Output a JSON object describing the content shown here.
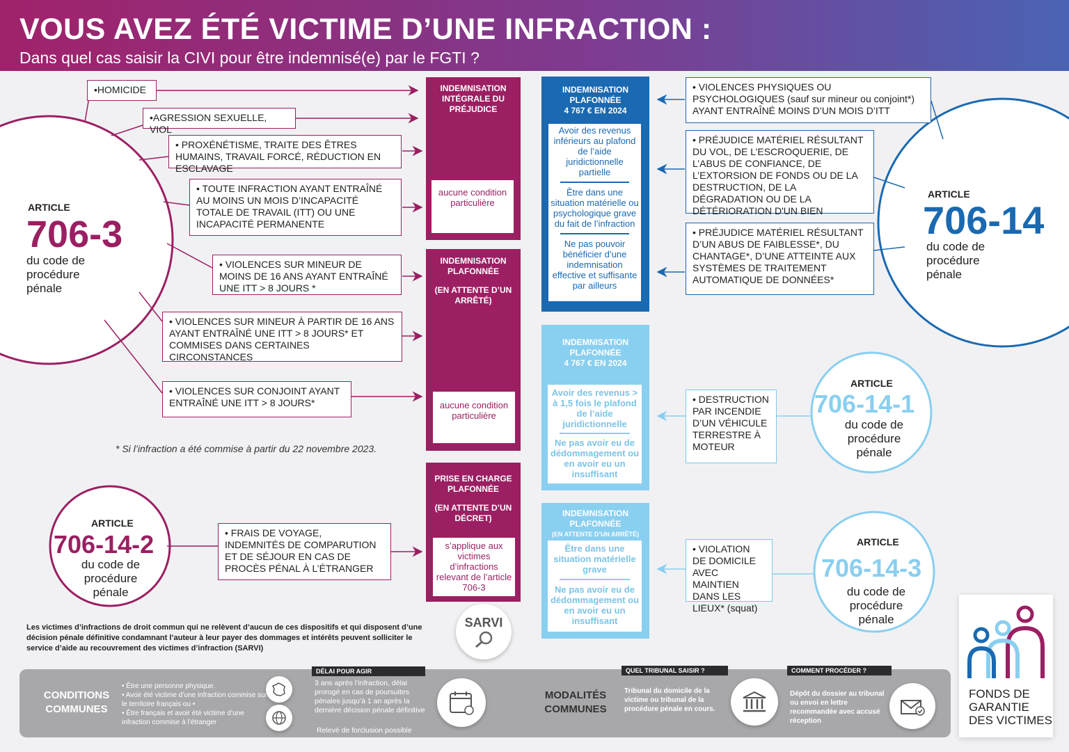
{
  "header": {
    "title": "VOUS AVEZ ÉTÉ VICTIME D’UNE INFRACTION :",
    "subtitle": "Dans quel cas saisir la CIVI pour être indemnisé(e) par le FGTI ?"
  },
  "colors": {
    "magenta": "#9b1f62",
    "blue": "#1a69b1",
    "light_blue": "#89cff0"
  },
  "article_706_3": {
    "label": "ARTICLE",
    "number": "706-3",
    "text": "du code de procédure pénale"
  },
  "article_706_14": {
    "label": "ARTICLE",
    "number": "706-14",
    "text": "du code de procédure pénale"
  },
  "article_706_14_1": {
    "label": "ARTICLE",
    "number": "706-14-1",
    "text": "du code de procédure pénale"
  },
  "article_706_14_2": {
    "label": "ARTICLE",
    "number": "706-14-2",
    "text": "du code de procédure pénale"
  },
  "article_706_14_3": {
    "label": "ARTICLE",
    "number": "706-14-3",
    "text": "du code de procédure pénale"
  },
  "left_items": {
    "homicide": "•HOMICIDE",
    "agression": "•AGRESSION SEXUELLE, VIOL",
    "proxenetisme": "• PROXÉNÉTISME, TRAITE DES ÊTRES HUMAINS, TRAVAIL FORCÉ, RÉDUCTION EN ESCLAVAGE",
    "itt": "• TOUTE INFRACTION AYANT ENTRAÎNÉ AU MOINS UN MOIS D’INCAPACITÉ TOTALE DE TRAVAIL (ITT) OU UNE INCAPACITÉ PERMANENTE",
    "mineur16": "• VIOLENCES SUR MINEUR DE MOINS DE 16 ANS AYANT ENTRAÎNÉ UNE ITT > 8 JOURS *",
    "mineur16plus": "• VIOLENCES SUR MINEUR À PARTIR DE 16 ANS AYANT ENTRAÎNÉ UNE ITT > 8 JOURS* ET COMMISES DANS CERTAINES CIRCONSTANCES",
    "conjoint": "• VIOLENCES SUR CONJOINT AYANT ENTRAÎNÉ UNE ITT > 8 JOURS*",
    "frais": "• FRAIS DE VOYAGE, INDEMNITÉS DE COMPARUTION ET DE SÉJOUR EN CAS DE PROCÈS PÉNAL À L’ÉTRANGER"
  },
  "footnote": "*  Si l’infraction a été commise à partir du 22 novembre 2023.",
  "col_integrale": {
    "title": "INDEMNISATION INTÉGRALE DU PRÉJUDICE",
    "condition": "aucune condition particulière"
  },
  "col_plafonnee_m": {
    "title": "INDEMNISATION PLAFONNÉE",
    "note": "(EN ATTENTE D’UN ARRÊTÉ)",
    "condition": "aucune condition particulière"
  },
  "col_prise": {
    "title": "PRISE EN CHARGE PLAFONNÉE",
    "note": "(EN ATTENTE D’UN DÉCRET)",
    "condition": "s’applique aux victimes d’infractions relevant de l’article 706-3"
  },
  "col_blue": {
    "title": "INDEMNISATION PLAFONNÉE",
    "amount": "4 767 € EN 2024",
    "conditions": [
      "Avoir des revenus inférieurs au plafond de l’aide juridictionnelle partielle",
      "Être dans une situation matérielle ou psychologique grave du fait de l’infraction",
      "Ne pas pouvoir bénéficier d’une indemnisation effective et suffisante par ailleurs"
    ]
  },
  "col_light1": {
    "title": "INDEMNISATION PLAFONNÉE",
    "amount": "4 767 € EN 2024",
    "conditions": [
      "Avoir des revenus > à 1,5 fois le plafond de l’aide juridictionnelle",
      "Ne pas avoir eu de dédommagement ou en avoir eu un insuffisant"
    ]
  },
  "col_light2": {
    "title": "INDEMNISATION PLAFONNÉE",
    "note": "(EN ATTENTE D’UN ARRÊTÉ)",
    "conditions": [
      "Être dans une situation matérielle grave",
      "Ne pas avoir eu de dédommagement ou en avoir eu un insuffisant"
    ]
  },
  "right_items": {
    "violences": "• VIOLENCES PHYSIQUES OU PSYCHOLOGIQUES (sauf sur mineur ou conjoint*) AYANT ENTRAÎNÉ MOINS D’UN MOIS D’ITT",
    "vol": "• PRÉJUDICE MATÉRIEL RÉSULTANT DU VOL, DE L’ESCROQUERIE, DE L’ABUS DE CONFIANCE, DE L’EXTORSION DE FONDS OU DE LA DESTRUCTION, DE LA DÉGRADATION OU DE LA DÉTÉRIORATION D'UN BIEN",
    "faiblesse": "• PRÉJUDICE MATÉRIEL RÉSULTANT D’UN ABUS DE FAIBLESSE*, DU CHANTAGE*, D’UNE ATTEINTE AUX SYSTÈMES DE TRAITEMENT AUTOMATIQUE DE DONNÉES*",
    "incendie": "• DESTRUCTION PAR INCENDIE D’UN VÉHICULE TERRESTRE À MOTEUR",
    "squat": "• VIOLATION DE DOMICILE AVEC MAINTIEN DANS LES LIEUX* (squat)"
  },
  "sarvi": {
    "text": "Les victimes d’infractions de droit commun qui ne relèvent d’aucun de ces dispositifs et qui disposent d’une décision pénale définitive condamnant l’auteur à leur payer des dommages et intérêts peuvent solliciter le service d’aide au recouvrement des victimes d’infraction (SARVI)",
    "label": "SARVI"
  },
  "conditions_communes": {
    "title": "CONDITIONS COMMUNES",
    "items": [
      "• Être une personne physique.",
      "• Avoir été victime d’une infraction commise sur le territoire français ou •",
      "• Être français et avoir été victime d’une infraction commise à l’étranger"
    ],
    "delai_label": "DÉLAI POUR AGIR",
    "delai_text": "3 ans après l’infraction, délai prorogé en cas de poursuites pénales jusqu’à 1 an après la dernière décision pénale définitive",
    "releve": "Relevé de forclusion possible"
  },
  "modalites": {
    "title": "MODALITÉS COMMUNES",
    "tribunal_label": "QUEL TRIBUNAL SAISIR ?",
    "tribunal_text": "Tribunal du domicile de la victime ou tribunal de la procédure pénale en cours.",
    "proceder_label": "COMMENT PROCÉDER ?",
    "proceder_text": "Dépôt du dossier au tribunal ou envoi en lettre recommandée avec accusé réception"
  },
  "logo": {
    "line1": "FONDS DE",
    "line2": "GARANTIE",
    "line3": "DES VICTIMES"
  },
  "icons": [
    "france-map-icon",
    "globe-icon",
    "calendar-icon",
    "courthouse-icon",
    "envelope-check-icon",
    "magnifier-icon",
    "fgv-logo-icon"
  ]
}
